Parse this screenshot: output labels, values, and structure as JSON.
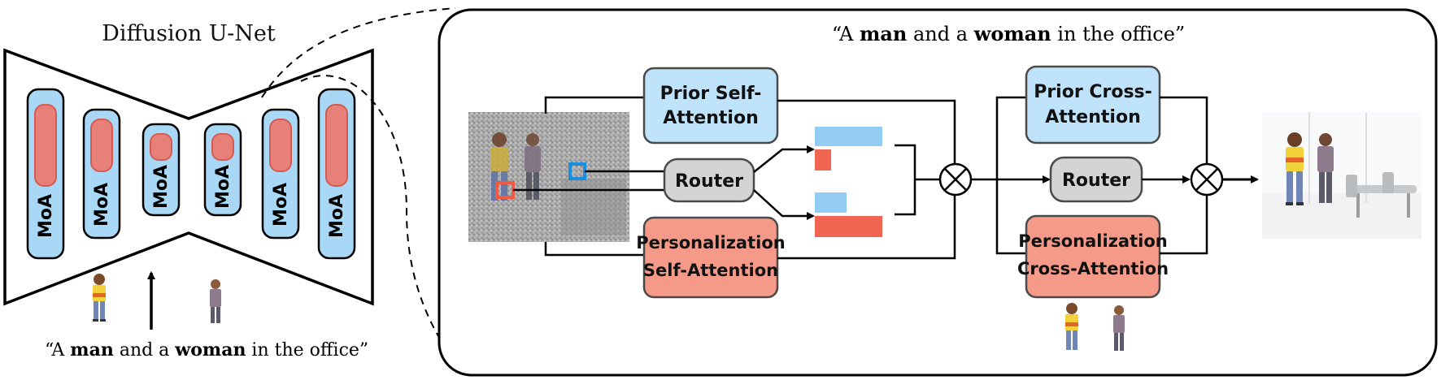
{
  "left": {
    "title": "Diffusion U-Net",
    "moa_label": "MoA",
    "prompt": {
      "open": "“A ",
      "man": "man",
      "mid": " and a ",
      "woman": "woman",
      "close": " in the office”"
    }
  },
  "right": {
    "prompt": {
      "open": "“A ",
      "man": "man",
      "mid": " and a ",
      "woman": "woman",
      "close": " in the office”"
    },
    "self_block": {
      "prior_line1": "Prior Self-",
      "prior_line2": "Attention",
      "router": "Router",
      "personal_line1": "Personalization",
      "personal_line2": "Self-Attention"
    },
    "cross_block": {
      "prior_line1": "Prior Cross-",
      "prior_line2": "Attention",
      "router": "Router",
      "personal_line1": "Personalization",
      "personal_line2": "Cross-Attention"
    },
    "multiply_symbol": "⊗",
    "router_weights": [
      {
        "prior": 0.85,
        "personal": 0.2
      },
      {
        "prior": 0.4,
        "personal": 0.85
      }
    ]
  },
  "colors": {
    "prior_fill": "#bfe3fb",
    "personal_fill": "#f59a88",
    "router_fill": "#d4d4d4",
    "moa_outer": "#a9d8f7",
    "moa_inner": "#e8807a",
    "bar_prior": "#94cdf3",
    "bar_personal": "#ef6552",
    "box_stroke": "#4a4a4a"
  }
}
